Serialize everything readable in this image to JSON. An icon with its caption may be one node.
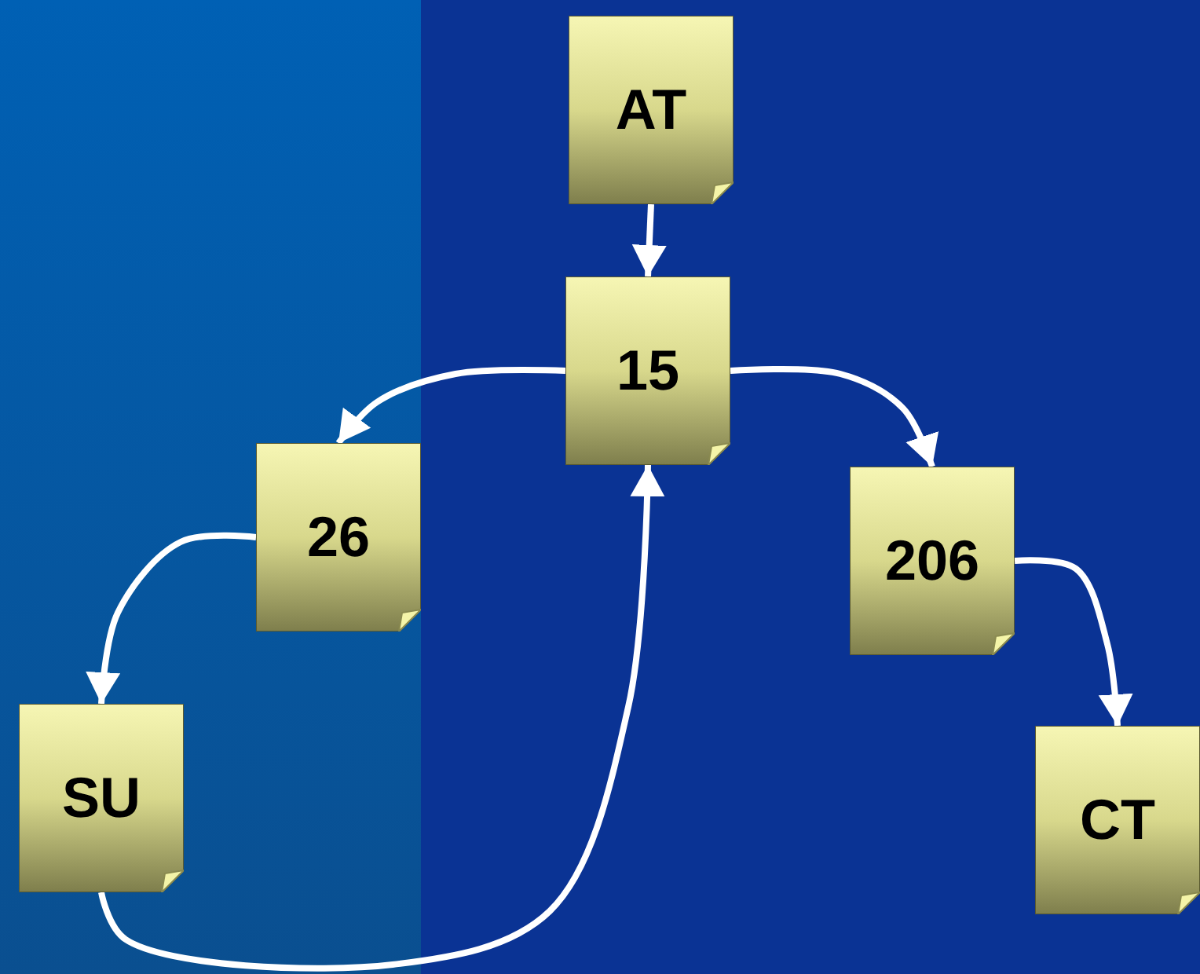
{
  "diagram": {
    "nodes": [
      {
        "text": [
          "AT"
        ]
      },
      {
        "text": [
          "15"
        ]
      },
      {
        "text": [
          "26"
        ]
      },
      {
        "text": [
          "206"
        ]
      },
      {
        "text": [
          "SU"
        ]
      },
      {
        "text": [
          "CT"
        ]
      }
    ],
    "edges": [
      {
        "from": 0,
        "to": 1,
        "arrow": "to"
      },
      {
        "from": 1,
        "to": 2,
        "arrow": "to"
      },
      {
        "from": 1,
        "to": 3,
        "arrow": "to"
      },
      {
        "from": 2,
        "to": 4,
        "arrow": "to"
      },
      {
        "from": 3,
        "to": 5,
        "arrow": "to"
      },
      {
        "from": 4,
        "to": 1,
        "arrow": "to"
      }
    ]
  }
}
